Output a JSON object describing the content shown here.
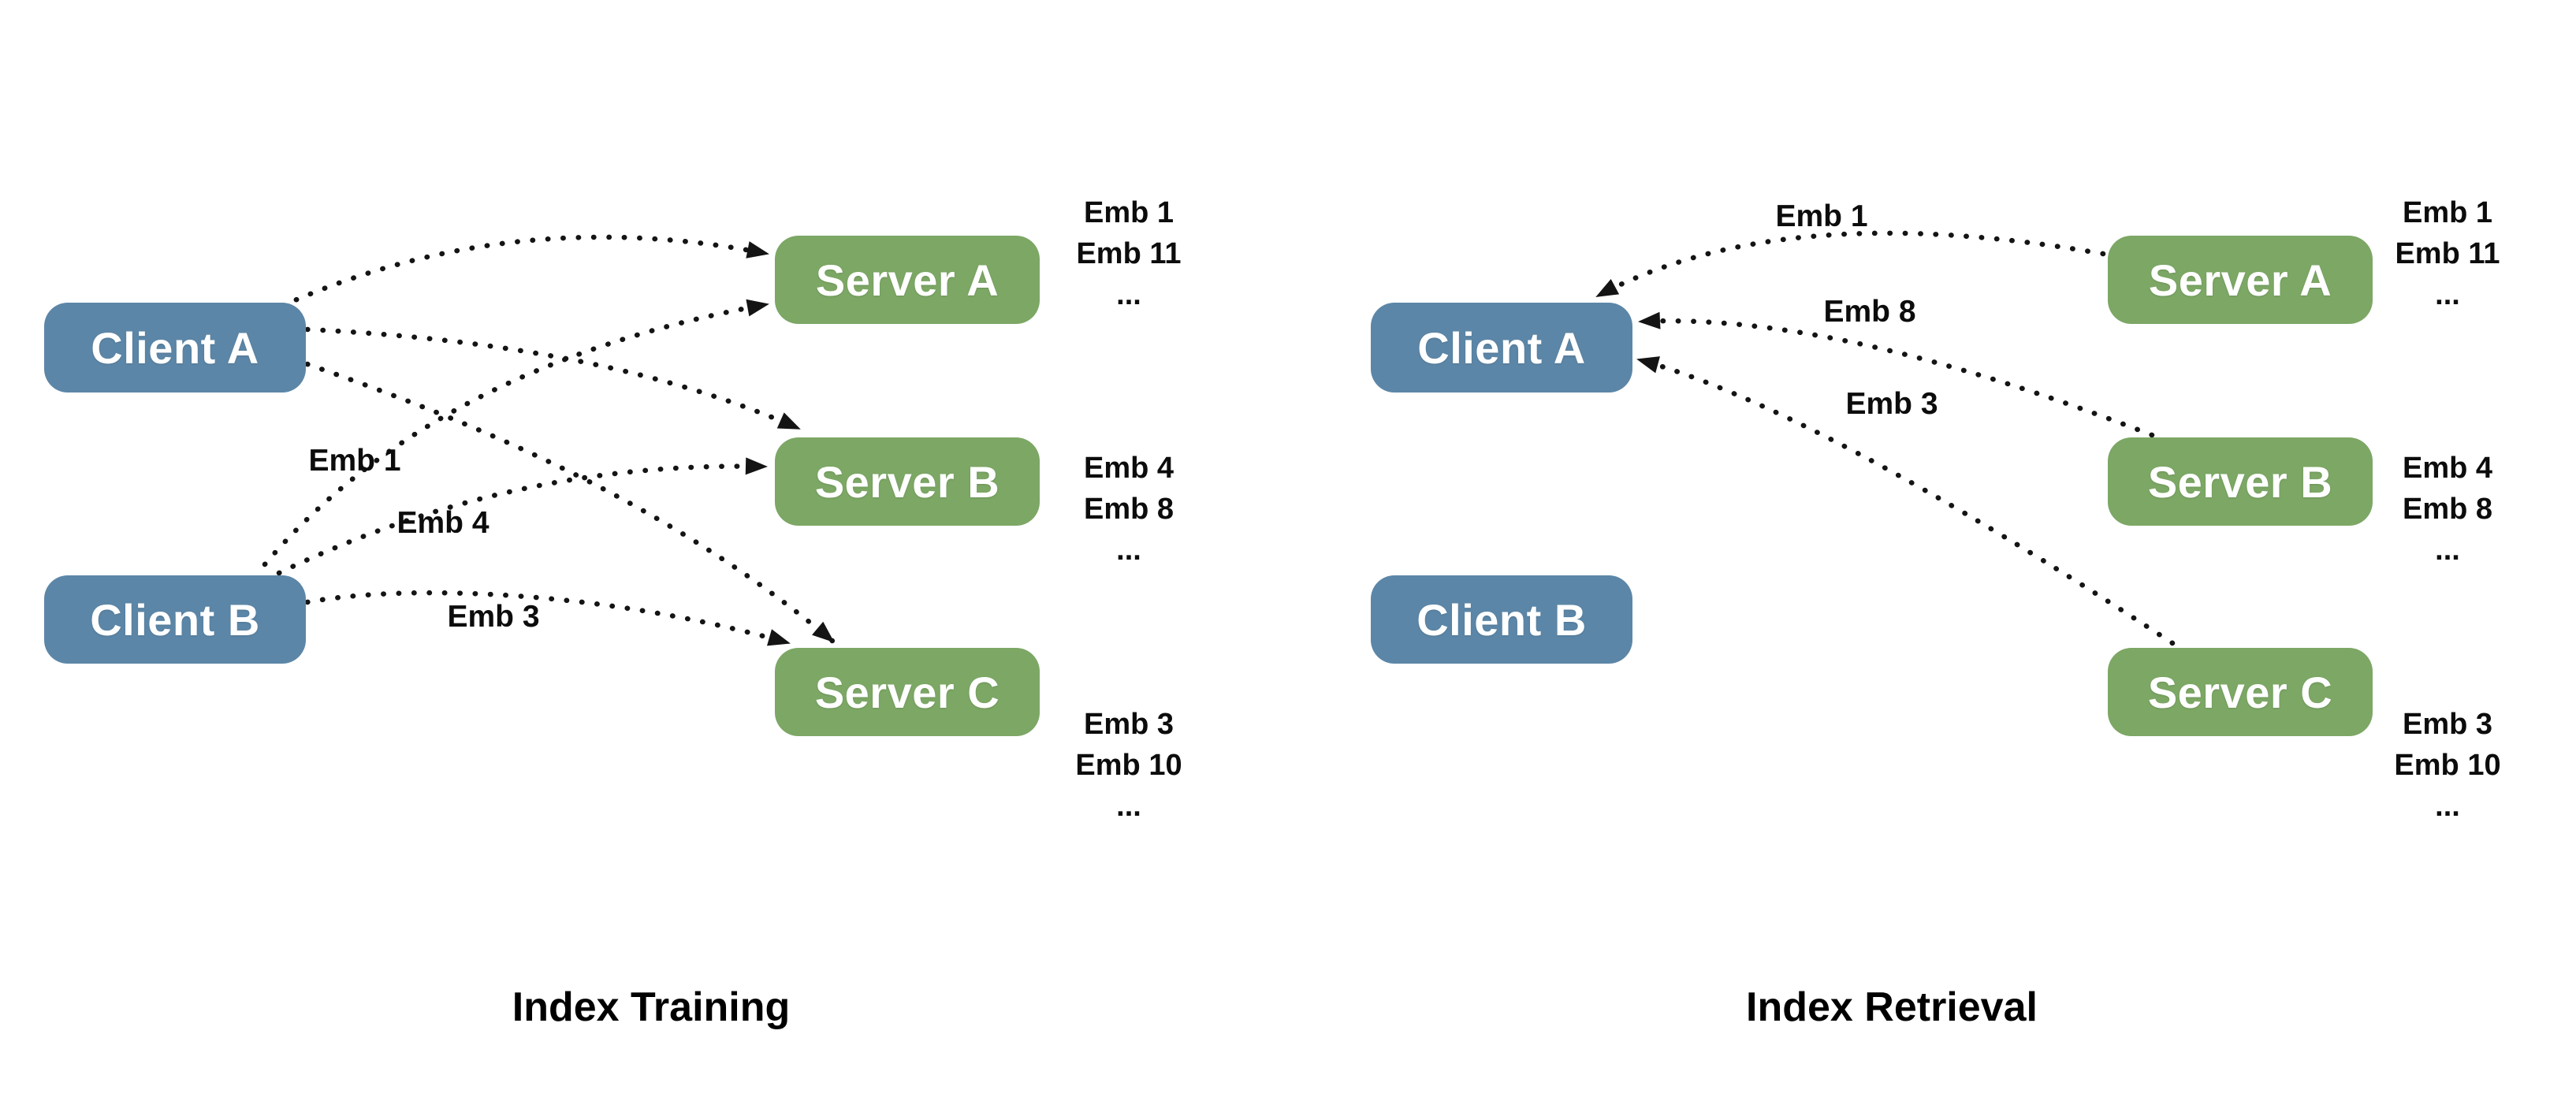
{
  "figure": {
    "background": "#ffffff",
    "colors": {
      "client_box": "#5c86a7",
      "server_box": "#7ca765",
      "box_text": "#ffffff",
      "edge_line": "#141414",
      "label_text": "#0c0c0c"
    },
    "panels": [
      {
        "id": "training",
        "title": "Index Training",
        "clients": [
          {
            "label": "Client A"
          },
          {
            "label": "Client B"
          }
        ],
        "servers": [
          {
            "label": "Server A",
            "embeddings": [
              "Emb 1",
              "Emb 11",
              "..."
            ]
          },
          {
            "label": "Server B",
            "embeddings": [
              "Emb 4",
              "Emb 8",
              "..."
            ]
          },
          {
            "label": "Server C",
            "embeddings": [
              "Emb 3",
              "Emb 10",
              "..."
            ]
          }
        ],
        "edge_labels": [
          "Emb 1",
          "Emb 4",
          "Emb 3"
        ]
      },
      {
        "id": "retrieval",
        "title": "Index Retrieval",
        "clients": [
          {
            "label": "Client A"
          },
          {
            "label": "Client B"
          }
        ],
        "servers": [
          {
            "label": "Server A",
            "embeddings": [
              "Emb 1",
              "Emb 11",
              "..."
            ]
          },
          {
            "label": "Server B",
            "embeddings": [
              "Emb 4",
              "Emb 8",
              "..."
            ]
          },
          {
            "label": "Server C",
            "embeddings": [
              "Emb 3",
              "Emb 10",
              "..."
            ]
          }
        ],
        "edge_labels": [
          "Emb 1",
          "Emb 8",
          "Emb 3"
        ]
      }
    ]
  }
}
